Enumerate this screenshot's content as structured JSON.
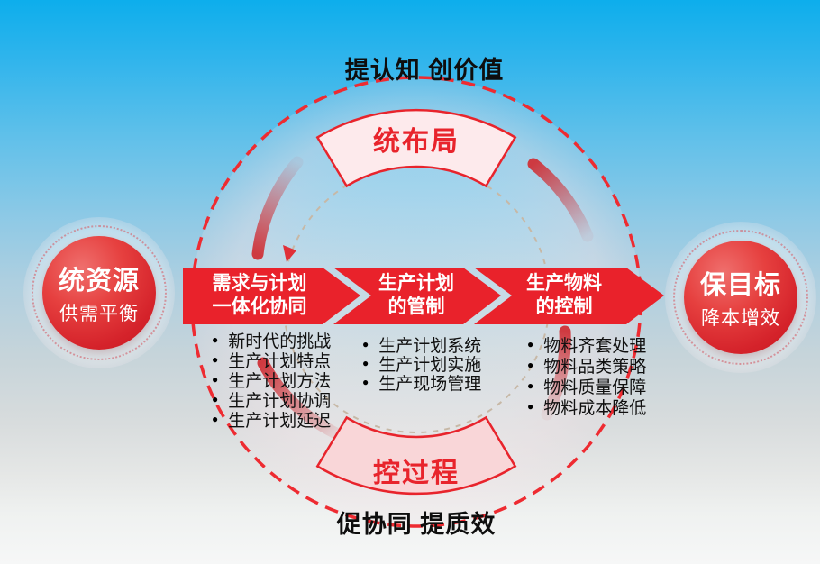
{
  "header": {
    "top_title": "提认知 创价值"
  },
  "footer": {
    "bottom_title": "促协同 提质效"
  },
  "banners": {
    "top": "统布局",
    "bottom": "控过程"
  },
  "side_circles": {
    "left": {
      "title": "统资源",
      "subtitle": "供需平衡"
    },
    "right": {
      "title": "保目标",
      "subtitle": "降本增效"
    }
  },
  "process_arrows": [
    {
      "label_line1": "需求与计划",
      "label_line2": "一体化协同",
      "items": [
        "新时代的挑战",
        "生产计划特点",
        "生产计划方法",
        "生产计划协调",
        "生产计划延迟"
      ]
    },
    {
      "label_line1": "生产计划",
      "label_line2": "的管制",
      "items": [
        "生产计划系统",
        "生产计划实施",
        "生产现场管理"
      ]
    },
    {
      "label_line1": "生产物料",
      "label_line2": "的控制",
      "items": [
        "物料齐套处理",
        "物料品类策略",
        "物料质量保障",
        "物料成本降低"
      ]
    }
  ],
  "glyphs": {
    "bullet": "●"
  },
  "colors": {
    "accent_red": "#e9222b",
    "banner_text_red": "#e8242c",
    "banner_pink_top": "#fdeaec",
    "banner_pink_bottom": "#f9d6d8",
    "dashed_circle_red": "#ee2b31",
    "inner_dashed_gray": "#c7b8a6",
    "bg_sky_blue": "#0daeec",
    "text_black": "#111111"
  }
}
